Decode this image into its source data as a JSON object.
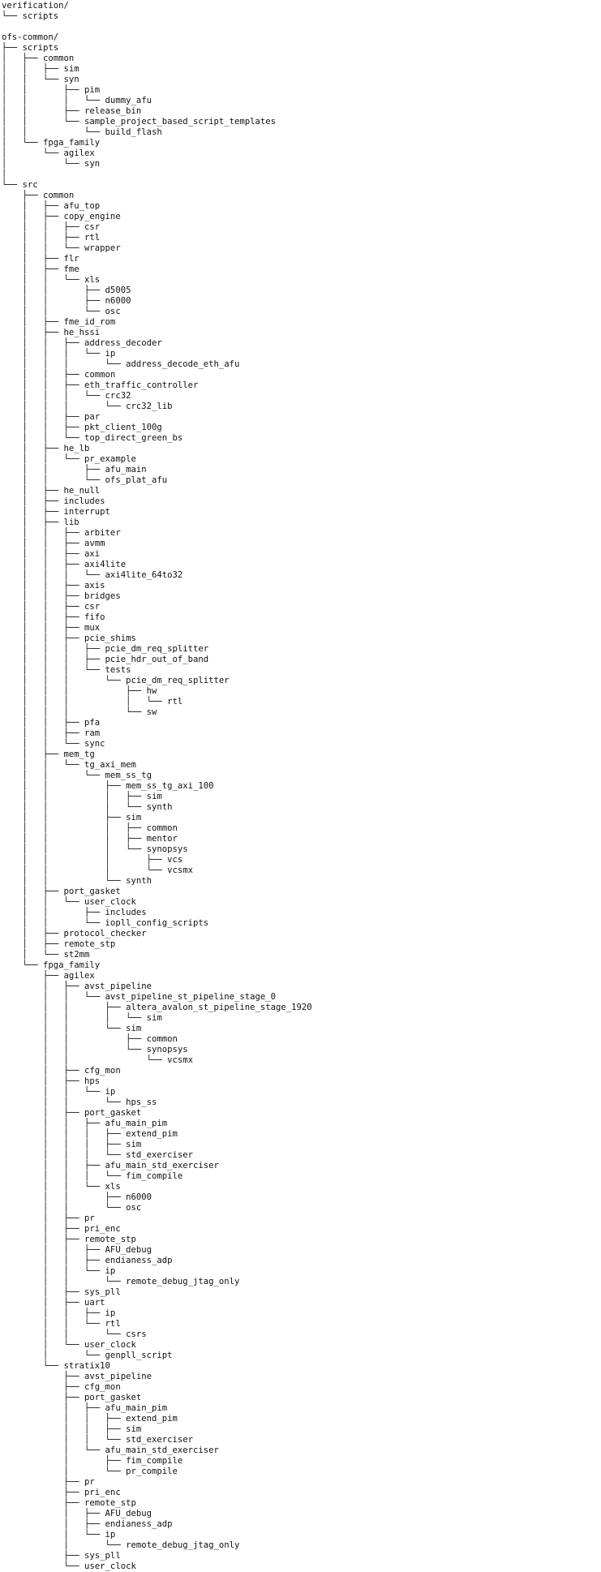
{
  "document": {
    "lines": [
      "verification/",
      "└── scripts",
      "",
      "ofs-common/",
      "├── scripts",
      "│   ├── common",
      "│   │   ├── sim",
      "│   │   └── syn",
      "│   │       ├── pim",
      "│   │       │   └── dummy_afu",
      "│   │       ├── release_bin",
      "│   │       └── sample_project_based_script_templates",
      "│   │           └── build_flash",
      "│   └── fpga_family",
      "│       └── agilex",
      "│           └── syn",
      "│",
      "└── src",
      "    ├── common",
      "    │   ├── afu_top",
      "    │   ├── copy_engine",
      "    │   │   ├── csr",
      "    │   │   ├── rtl",
      "    │   │   └── wrapper",
      "    │   ├── flr",
      "    │   ├── fme",
      "    │   │   └── xls",
      "    │   │       ├── d5005",
      "    │   │       ├── n6000",
      "    │   │       └── osc",
      "    │   ├── fme_id_rom",
      "    │   ├── he_hssi",
      "    │   │   ├── address_decoder",
      "    │   │   │   └── ip",
      "    │   │   │       └── address_decode_eth_afu",
      "    │   │   ├── common",
      "    │   │   ├── eth_traffic_controller",
      "    │   │   │   └── crc32",
      "    │   │   │       └── crc32_lib",
      "    │   │   ├── par",
      "    │   │   ├── pkt_client_100g",
      "    │   │   └── top_direct_green_bs",
      "    │   ├── he_lb",
      "    │   │   └── pr_example",
      "    │   │       ├── afu_main",
      "    │   │       └── ofs_plat_afu",
      "    │   ├── he_null",
      "    │   ├── includes",
      "    │   ├── interrupt",
      "    │   ├── lib",
      "    │   │   ├── arbiter",
      "    │   │   ├── avmm",
      "    │   │   ├── axi",
      "    │   │   ├── axi4lite",
      "    │   │   │   └── axi4lite_64to32",
      "    │   │   ├── axis",
      "    │   │   ├── bridges",
      "    │   │   ├── csr",
      "    │   │   ├── fifo",
      "    │   │   ├── mux",
      "    │   │   ├── pcie_shims",
      "    │   │   │   ├── pcie_dm_req_splitter",
      "    │   │   │   ├── pcie_hdr_out_of_band",
      "    │   │   │   └── tests",
      "    │   │   │       └── pcie_dm_req_splitter",
      "    │   │   │           ├── hw",
      "    │   │   │           │   └── rtl",
      "    │   │   │           └── sw",
      "    │   │   ├── pfa",
      "    │   │   ├── ram",
      "    │   │   └── sync",
      "    │   ├── mem_tg",
      "    │   │   └── tg_axi_mem",
      "    │   │       └── mem_ss_tg",
      "    │   │           ├── mem_ss_tg_axi_100",
      "    │   │           │   ├── sim",
      "    │   │           │   └── synth",
      "    │   │           ├── sim",
      "    │   │           │   ├── common",
      "    │   │           │   ├── mentor",
      "    │   │           │   └── synopsys",
      "    │   │           │       ├── vcs",
      "    │   │           │       └── vcsmx",
      "    │   │           └── synth",
      "    │   ├── port_gasket",
      "    │   │   └── user_clock",
      "    │   │       ├── includes",
      "    │   │       └── iopll_config_scripts",
      "    │   ├── protocol_checker",
      "    │   ├── remote_stp",
      "    │   └── st2mm",
      "    └── fpga_family",
      "        ├── agilex",
      "        │   ├── avst_pipeline",
      "        │   │   └── avst_pipeline_st_pipeline_stage_0",
      "        │   │       ├── altera_avalon_st_pipeline_stage_1920",
      "        │   │       │   └── sim",
      "        │   │       └── sim",
      "        │   │           ├── common",
      "        │   │           └── synopsys",
      "        │   │               └── vcsmx",
      "        │   ├── cfg_mon",
      "        │   ├── hps",
      "        │   │   └── ip",
      "        │   │       └── hps_ss",
      "        │   ├── port_gasket",
      "        │   │   ├── afu_main_pim",
      "        │   │   │   ├── extend_pim",
      "        │   │   │   ├── sim",
      "        │   │   │   └── std_exerciser",
      "        │   │   ├── afu_main_std_exerciser",
      "        │   │   │   └── fim_compile",
      "        │   │   └── xls",
      "        │   │       ├── n6000",
      "        │   │       └── osc",
      "        │   ├── pr",
      "        │   ├── pri_enc",
      "        │   ├── remote_stp",
      "        │   │   ├── AFU_debug",
      "        │   │   ├── endianess_adp",
      "        │   │   └── ip",
      "        │   │       └── remote_debug_jtag_only",
      "        │   ├── sys_pll",
      "        │   ├── uart",
      "        │   │   ├── ip",
      "        │   │   └── rtl",
      "        │   │       └── csrs",
      "        │   └── user_clock",
      "        │       └── genpll_script",
      "        └── stratix10",
      "            ├── avst_pipeline",
      "            ├── cfg_mon",
      "            ├── port_gasket",
      "            │   ├── afu_main_pim",
      "            │   │   ├── extend_pim",
      "            │   │   ├── sim",
      "            │   │   └── std_exerciser",
      "            │   └── afu_main_std_exerciser",
      "            │       ├── fim_compile",
      "            │       └── pr_compile",
      "            ├── pr",
      "            ├── pri_enc",
      "            ├── remote_stp",
      "            │   ├── AFU_debug",
      "            │   ├── endianess_adp",
      "            │   └── ip",
      "            │       └── remote_debug_jtag_only",
      "            ├── sys_pll",
      "            └── user_clock"
    ]
  }
}
